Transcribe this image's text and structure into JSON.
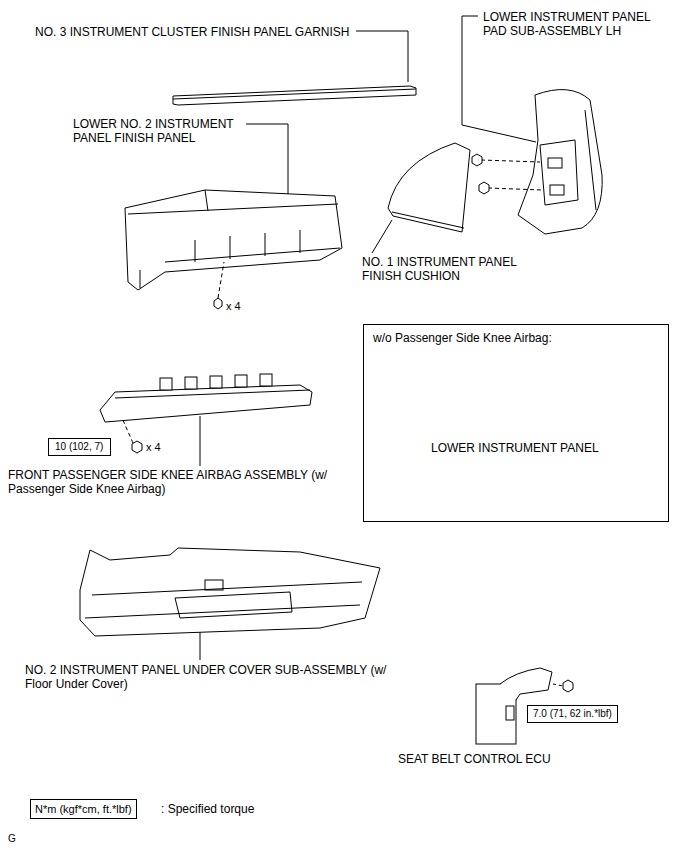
{
  "diagram": {
    "nodes": [
      {
        "text": [
          "w/o Passenger Side Knee Airbag:",
          "LOWER INSTRUMENT PANEL"
        ]
      },
      {
        "text": [
          "10 (102, 7)"
        ]
      },
      {
        "text": [
          "7.0 (71, 62 in.*lbf)"
        ]
      },
      {
        "text": [
          "N*m (kgf*cm, ft.*lbf)"
        ]
      }
    ],
    "labels": [
      "NO. 3 INSTRUMENT CLUSTER FINISH PANEL GARNISH",
      "LOWER INSTRUMENT PANEL PAD SUB-ASSEMBLY LH",
      "LOWER NO. 2 INSTRUMENT PANEL FINISH PANEL",
      "NO. 1 INSTRUMENT PANEL FINISH CUSHION",
      "x 4",
      "x 4",
      "FRONT PASSENGER SIDE KNEE AIRBAG ASSEMBLY (w/ Passenger Side Knee Airbag)",
      "NO. 2 INSTRUMENT PANEL UNDER COVER SUB-ASSEMBLY (w/ Floor Under Cover)",
      "SEAT BELT CONTROL ECU",
      ": Specified torque",
      "G"
    ]
  }
}
